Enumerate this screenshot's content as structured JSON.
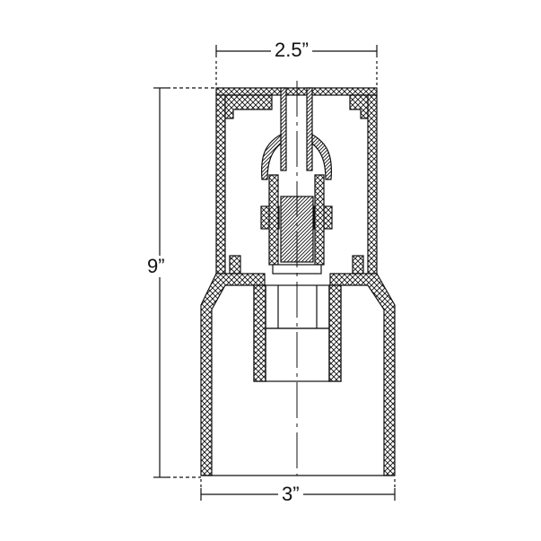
{
  "dimensions": {
    "top_width": "2.5”",
    "height": "9”",
    "bottom_width": "3”"
  },
  "colors": {
    "line": "#111111",
    "background": "#ffffff"
  }
}
